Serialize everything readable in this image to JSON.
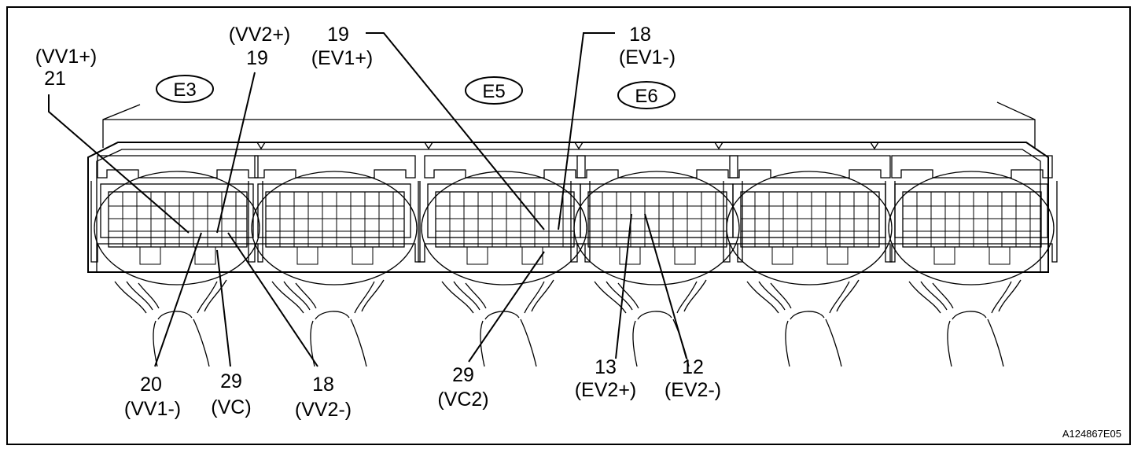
{
  "connectors": [
    {
      "id": "E3"
    },
    {
      "id": "E5"
    },
    {
      "id": "E6"
    }
  ],
  "pin_labels": [
    {
      "pin": "21",
      "signal": "(VV1+)"
    },
    {
      "pin": "19",
      "signal": "(VV2+)"
    },
    {
      "pin": "19",
      "signal": "(EV1+)"
    },
    {
      "pin": "18",
      "signal": "(EV1-)"
    },
    {
      "pin": "20",
      "signal": "(VV1-)"
    },
    {
      "pin": "29",
      "signal": "(VC)"
    },
    {
      "pin": "18",
      "signal": "(VV2-)"
    },
    {
      "pin": "29",
      "signal": "(VC2)"
    },
    {
      "pin": "13",
      "signal": "(EV2+)"
    },
    {
      "pin": "12",
      "signal": "(EV2-)"
    }
  ],
  "figure_code": "A124867E05"
}
